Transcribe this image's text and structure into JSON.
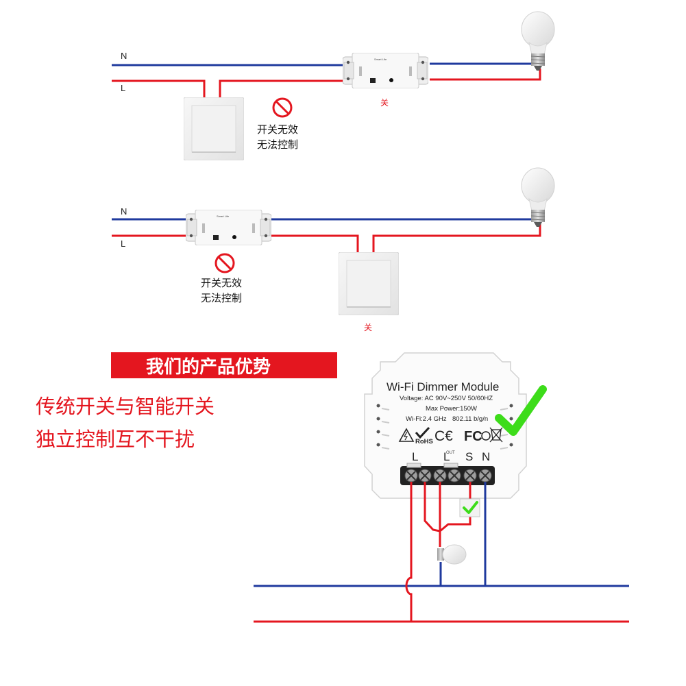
{
  "diagram1": {
    "line_n": "N",
    "line_l": "L",
    "relay_label": "Smart Life",
    "off_label": "关",
    "invalid_line1": "开关无效",
    "invalid_line2": "无法控制"
  },
  "diagram2": {
    "line_n": "N",
    "line_l": "L",
    "relay_label": "Smart Life",
    "off_label": "关",
    "invalid_line1": "开关无效",
    "invalid_line2": "无法控制"
  },
  "banner": {
    "title": "我们的产品优势"
  },
  "advantage": {
    "line1": "传统开关与智能开关",
    "line2": "独立控制互不干扰"
  },
  "module": {
    "title": "Wi-Fi Dimmer Module",
    "voltage": "Voltage: AC 90V~250V   50/60HZ",
    "max_power": "Max Power:150W",
    "wifi": "Wi-Fi:2.4 GHz",
    "standard": "802.11 b/g/n",
    "rohs": "RoHS",
    "terminals": [
      "L",
      "L",
      "S",
      "N"
    ],
    "out_tag": "OUT"
  },
  "colors": {
    "neutral_wire": "#1f3a9e",
    "live_wire": "#e4161f",
    "check": "#3ddc1a",
    "banner": "#e4161f"
  }
}
